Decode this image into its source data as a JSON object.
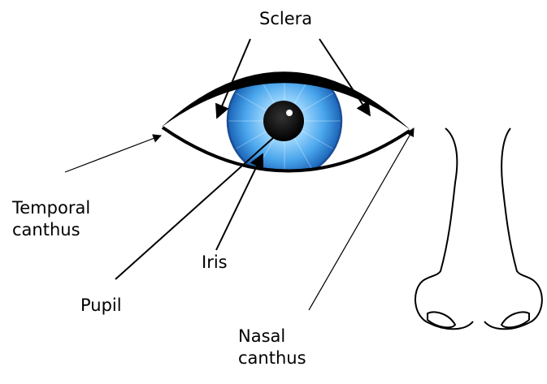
{
  "labels": {
    "sclera": "Sclera",
    "temporal_canthus": [
      "Temporal",
      "canthus"
    ],
    "iris": "Iris",
    "pupil": "Pupil",
    "nasal_canthus": [
      "Nasal",
      "canthus"
    ]
  },
  "colors": {
    "iris_light": "#a8dcff",
    "iris_mid": "#4aa6ec",
    "iris_dark": "#1a62b6",
    "pupil": "#000000",
    "outline": "#000000",
    "sclera": "#ffffff"
  }
}
